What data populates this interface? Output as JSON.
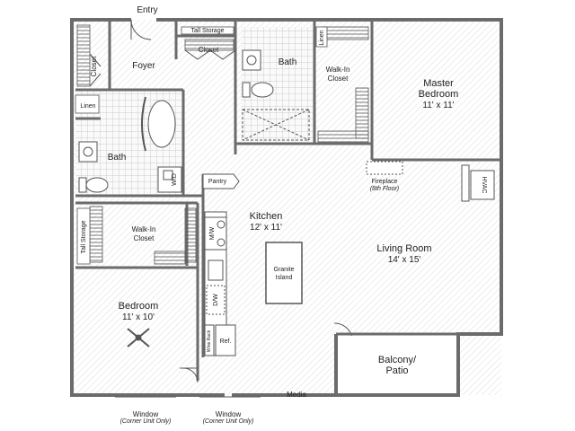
{
  "plan": {
    "entry": "Entry",
    "foyer": "Foyer",
    "closet_left": "Closet",
    "closet_top": "Closet",
    "tall_storage_top": "Tall Storage",
    "tall_storage_left": "Tall Storage",
    "linen_top": "Linen",
    "linen_left": "Linen",
    "bath_master": "Bath",
    "bath_second": "Bath",
    "walkin_master_line1": "Walk-In",
    "walkin_master_line2": "Closet",
    "walkin_second_line1": "Walk-In",
    "walkin_second_line2": "Closet",
    "master_bedroom_name": "Master",
    "master_bedroom_name2": "Bedroom",
    "master_bedroom_size": "11' x 11'",
    "kitchen_name": "Kitchen",
    "kitchen_size": "12' x 11'",
    "pantry": "Pantry",
    "wd": "W/D",
    "mw": "M/W",
    "dw": "D/W",
    "ref": "Ref.",
    "wine_rack": "Wine Rack",
    "island_line1": "Granite",
    "island_line2": "Island",
    "living_name": "Living Room",
    "living_size": "14' x 15'",
    "fireplace": "Fireplace",
    "fireplace_note": "(8th Floor)",
    "hvac": "HVAC",
    "bedroom_name": "Bedroom",
    "bedroom_size": "11' x 10'",
    "balcony_line1": "Balcony/",
    "balcony_line2": "Patio",
    "media": "Media",
    "window_left": "Window",
    "window_left_note": "(Corner Unit Only)",
    "window_right": "Window",
    "window_right_note": "(Corner Unit Only)"
  },
  "colors": {
    "wall": "#6b6b6b",
    "floor_hatch": "#d7d7d7",
    "tile": "#bdbdbd",
    "text": "#222222"
  }
}
